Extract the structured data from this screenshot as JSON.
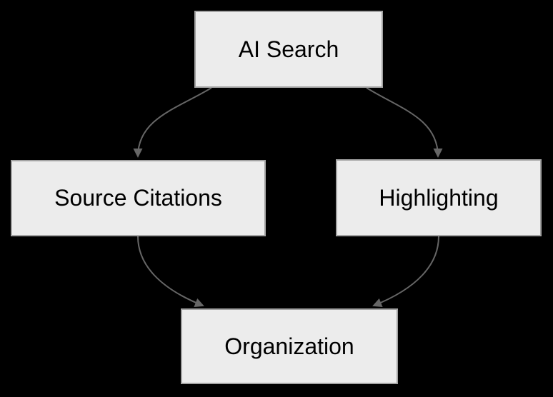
{
  "diagram": {
    "type": "flowchart",
    "background_color": "#000000",
    "node_fill_color": "#ececec",
    "node_border_color": "#a3a3a3",
    "edge_color": "#666666",
    "text_color": "#000000",
    "nodes": [
      {
        "id": "ai-search",
        "label": "AI Search"
      },
      {
        "id": "source-citations",
        "label": "Source Citations"
      },
      {
        "id": "highlighting",
        "label": "Highlighting"
      },
      {
        "id": "organization",
        "label": "Organization"
      }
    ],
    "edges": [
      {
        "from": "ai-search",
        "to": "source-citations"
      },
      {
        "from": "ai-search",
        "to": "highlighting"
      },
      {
        "from": "source-citations",
        "to": "organization"
      },
      {
        "from": "highlighting",
        "to": "organization"
      }
    ]
  }
}
